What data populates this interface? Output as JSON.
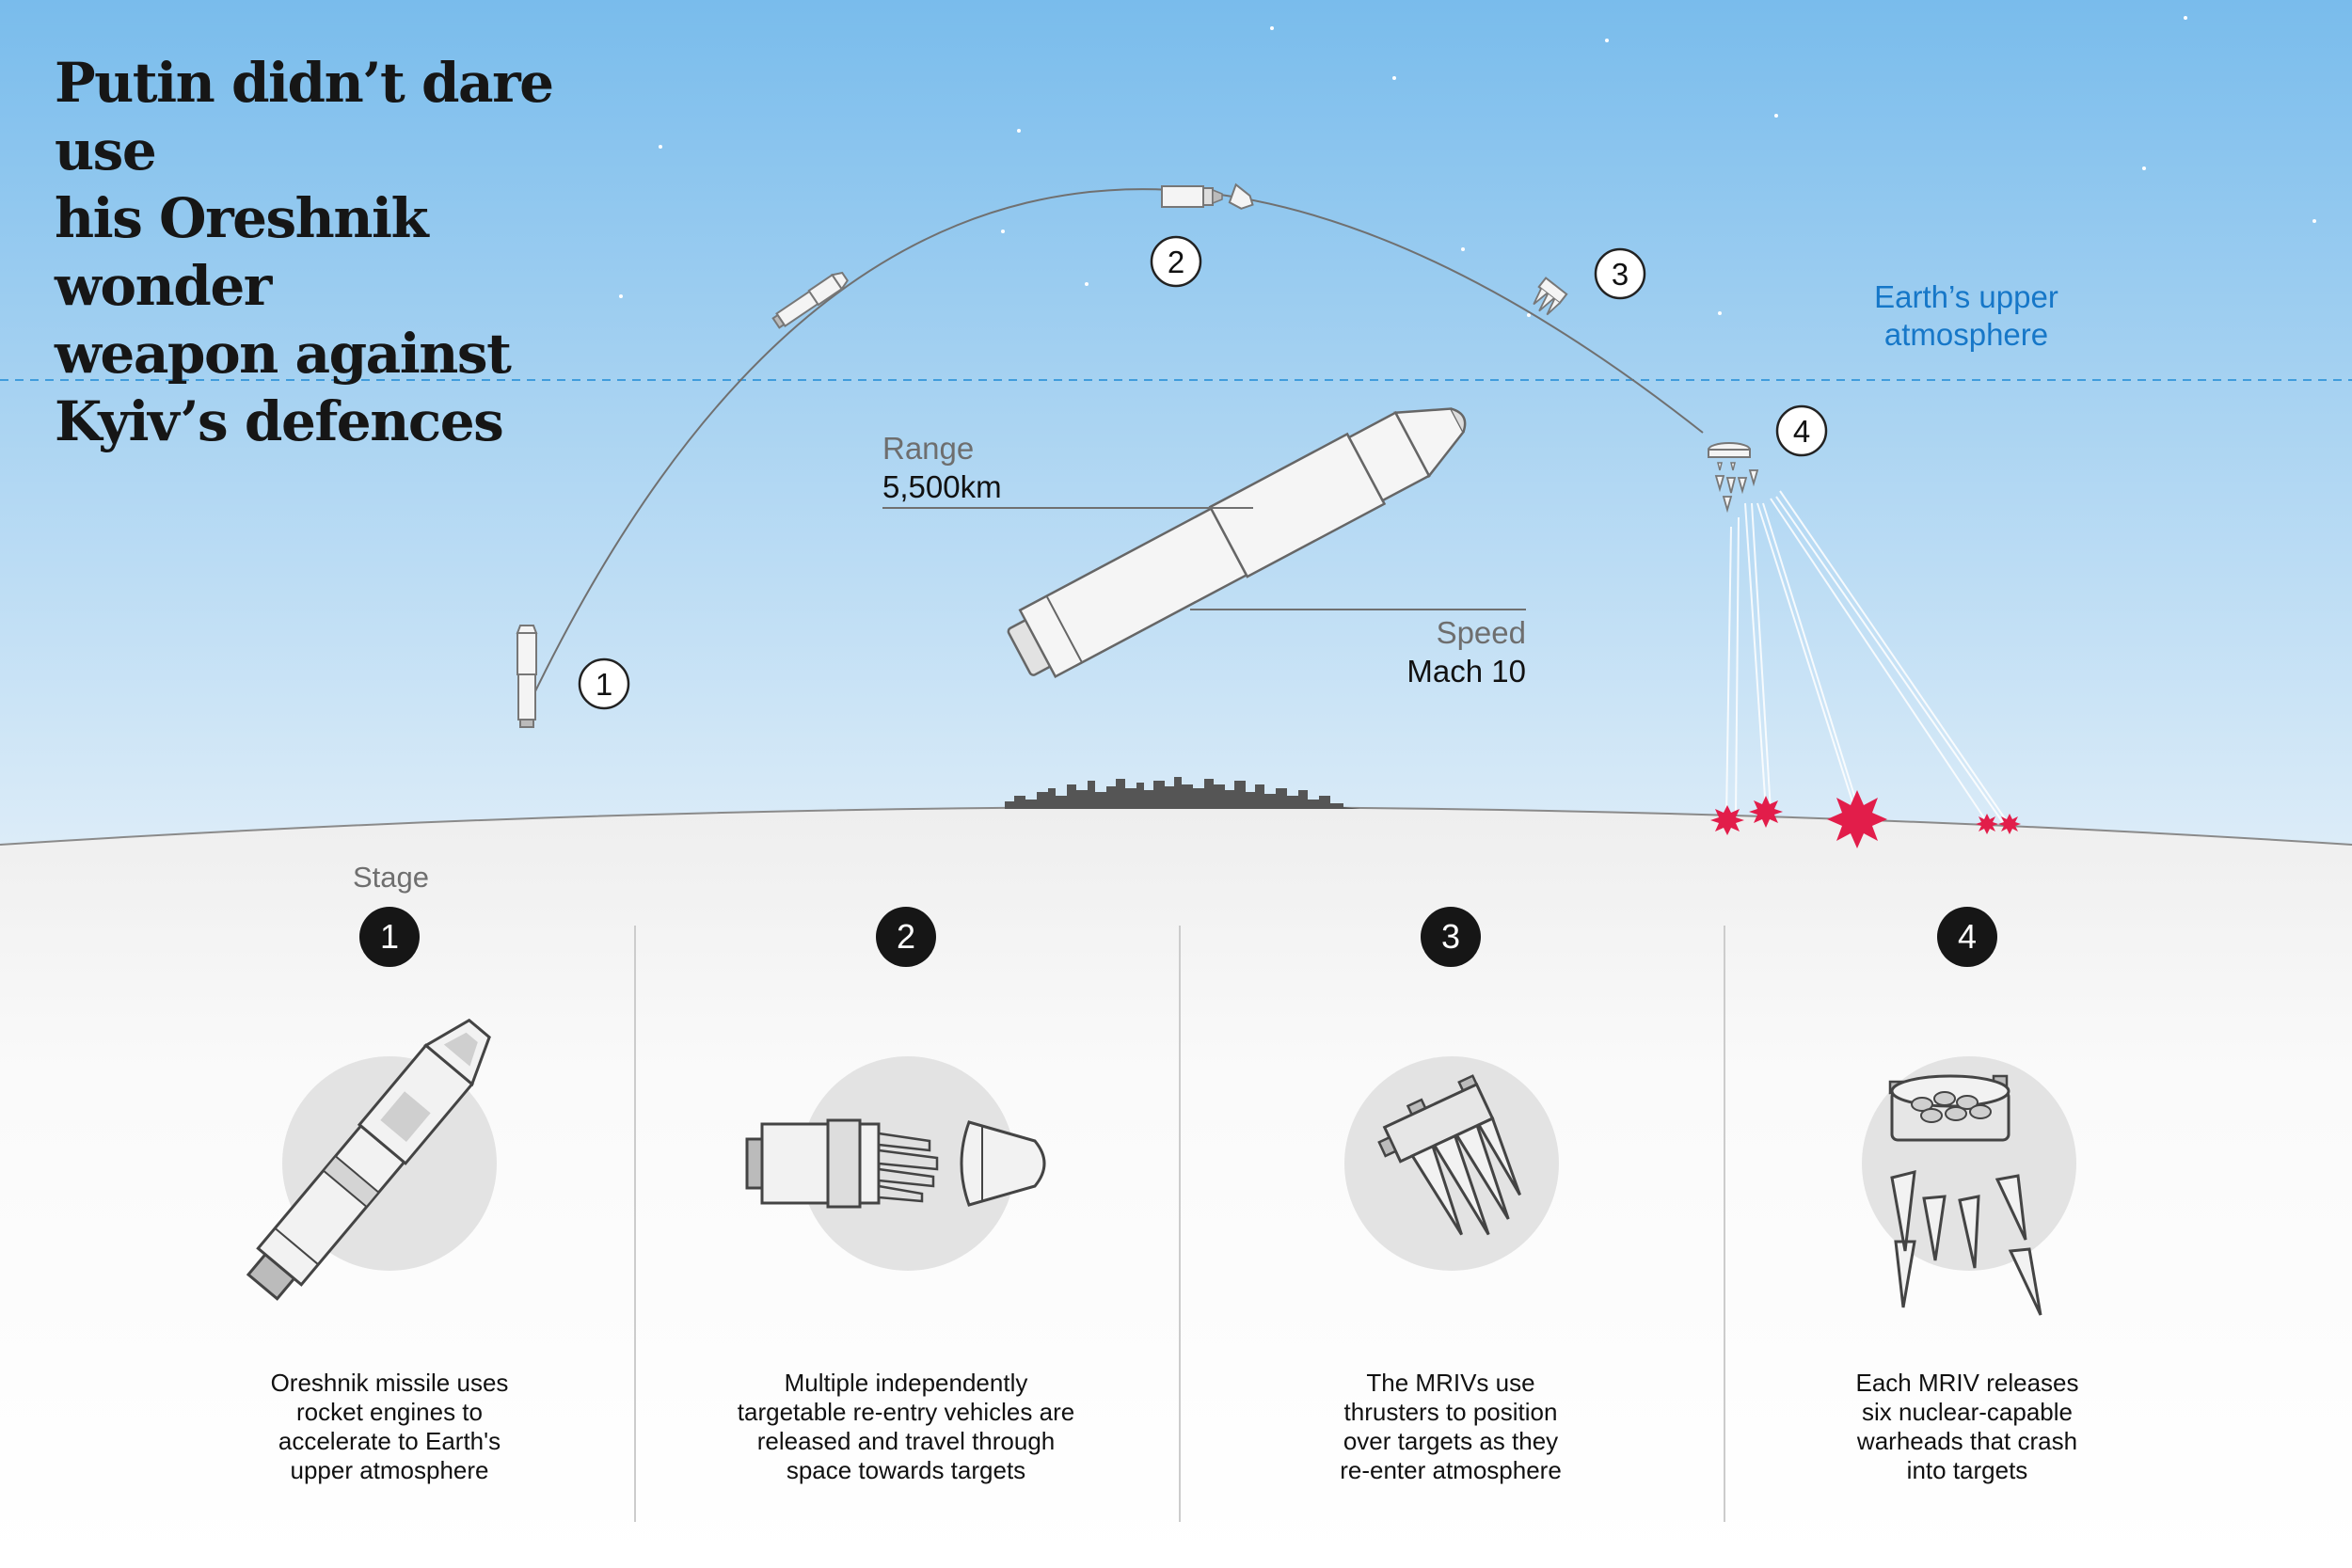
{
  "headline": {
    "lines": [
      "Putin didn’t dare use",
      "his Oreshnik wonder",
      "weapon against",
      "Kyiv’s defences"
    ]
  },
  "atmosphere_label": {
    "lines": [
      "Earth’s upper",
      "atmosphere"
    ]
  },
  "missile_specs": {
    "range_label": "Range",
    "range_value": "5,500km",
    "speed_label": "Speed",
    "speed_value": "Mach 10"
  },
  "trajectory_markers": [
    "1",
    "2",
    "3",
    "4"
  ],
  "stage_heading": "Stage",
  "stages": [
    {
      "number": "1",
      "icon": "rocket-launch-icon",
      "description_lines": [
        "Oreshnik missile uses",
        "rocket engines to",
        "accelerate to Earth's",
        "upper atmosphere"
      ]
    },
    {
      "number": "2",
      "icon": "nose-cone-separation-icon",
      "description_lines": [
        "Multiple independently",
        "targetable re-entry vehicles are",
        "released and travel through",
        "space towards targets"
      ]
    },
    {
      "number": "3",
      "icon": "mirv-thrusters-icon",
      "description_lines": [
        "The MRIVs use",
        "thrusters to position",
        "over targets as they",
        "re-enter atmosphere"
      ]
    },
    {
      "number": "4",
      "icon": "warhead-release-icon",
      "description_lines": [
        "Each MRIV releases",
        "six nuclear-capable",
        "warheads that crash",
        "into targets"
      ]
    }
  ],
  "colors": {
    "sky_top": "#79bcec",
    "sky_bottom": "#dcecf8",
    "ground": "#f3f3f3",
    "atmosphere_line": "#1f8ad6",
    "explosion": "#e21d4a",
    "marker_fill": "#161616"
  }
}
